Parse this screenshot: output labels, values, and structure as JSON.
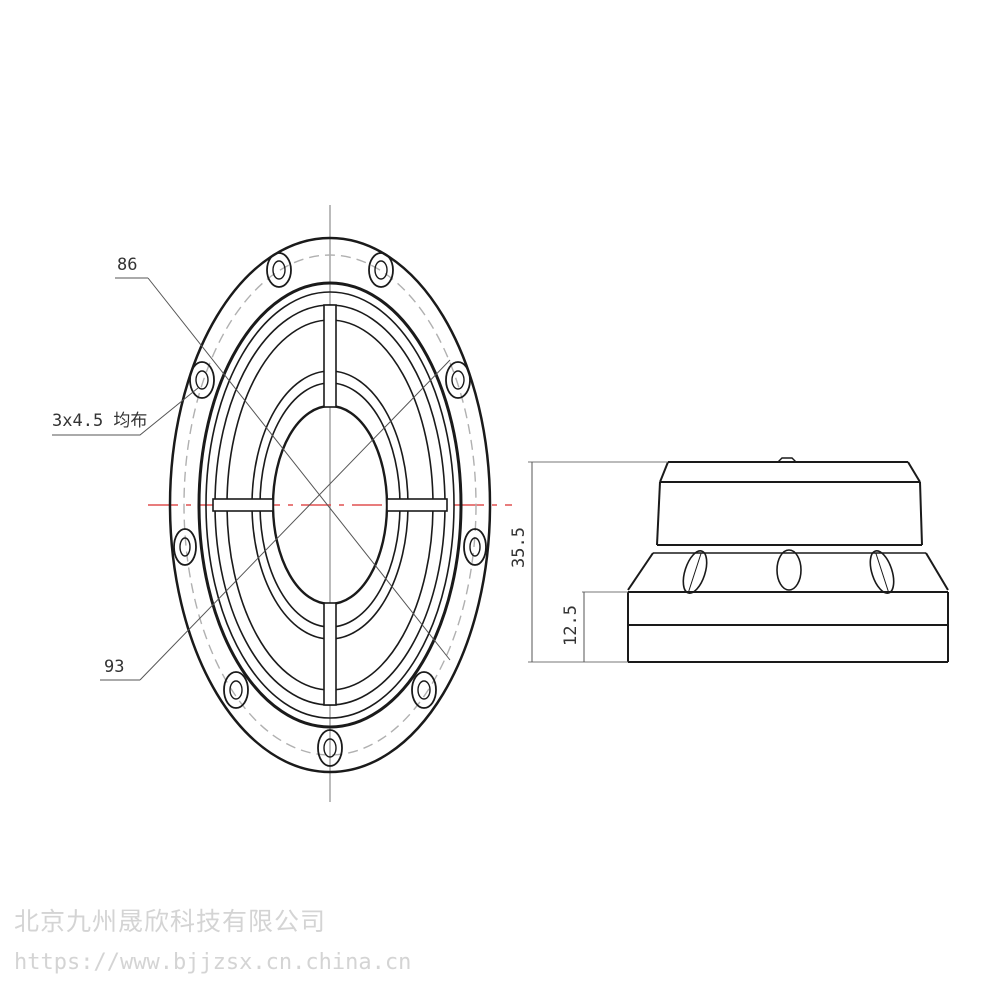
{
  "labels": {
    "dia_86": "86",
    "holes": "3x4.5 均布",
    "dia_93": "93",
    "height_total": "35.5",
    "height_lower": "12.5"
  },
  "watermark": {
    "company": "北京九州晟欣科技有限公司",
    "website": "https://www.bjjzsx.cn.china.cn"
  },
  "colors": {
    "line": "#1a1a1a",
    "centerline": "#e05050",
    "hidden_line": "#c8c8c8",
    "watermark": "#d4d4d4"
  }
}
